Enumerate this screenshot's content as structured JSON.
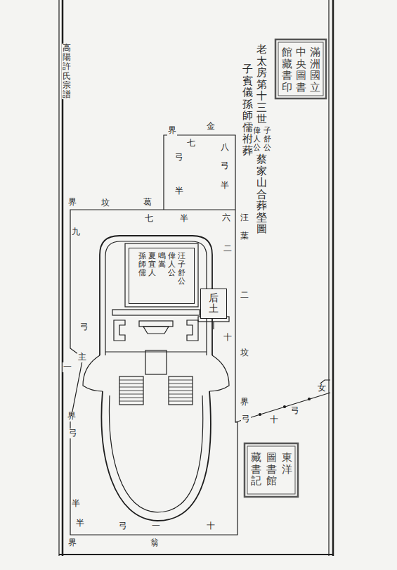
{
  "diagram": {
    "nodes": [
      {
        "text": [
          "汪子舒公",
          "偉人公",
          "鳴嵩",
          "夏宜人",
          "孫師儒"
        ]
      },
      {
        "text": [
          "后土"
        ]
      }
    ],
    "labels": [
      "高陽許氏宗譜",
      "一",
      "老太房第十三世",
      "子舒公",
      "偉人公",
      "蔡家山合葬塋圖",
      "子賓儀孫師儒祔葬",
      "滿洲國立",
      "中央圖書",
      "館藏書印",
      "東洋",
      "圖書館",
      "藏書記",
      "金",
      "界",
      "七",
      "弓",
      "半",
      "八",
      "弓",
      "半",
      "界",
      "坟",
      "葛",
      "七",
      "半",
      "六",
      "汪",
      "葉",
      "二",
      "二",
      "十",
      "坟",
      "界",
      "弓",
      "十",
      "弓",
      "女",
      "九",
      "弓",
      "主",
      "界",
      "弓",
      "半",
      "半",
      "弓",
      "一",
      "十",
      "翁",
      "界"
    ]
  }
}
